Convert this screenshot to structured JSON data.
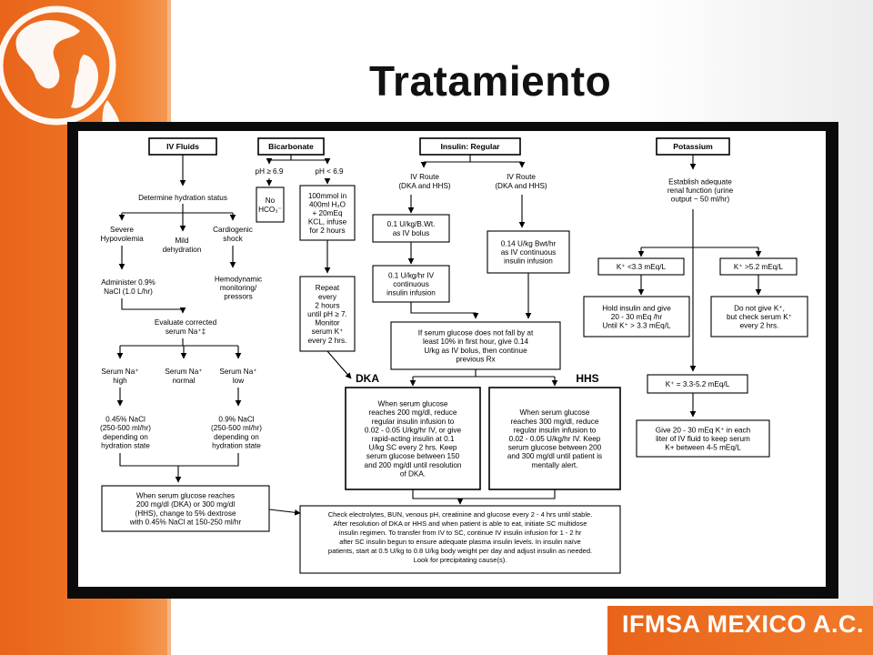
{
  "slide": {
    "title": "Tratamiento",
    "footer": "IFMSA MEXICO A.C.",
    "colors": {
      "accent": "#e8641a",
      "frame": "#0b0b0b"
    },
    "logo_icon": "globe-icon"
  },
  "flowchart": {
    "iv": {
      "header": "IV Fluids",
      "determine": "Determine hydration status",
      "severe": [
        "Severe",
        "Hypovolemia"
      ],
      "mild": [
        "Mild",
        "dehydration"
      ],
      "cardio": [
        "Cardiogenic",
        "shock"
      ],
      "administer": [
        "Administer 0.9%",
        "NaCl (1.0 L/hr)"
      ],
      "hemo": [
        "Hemodynamic",
        "monitoring/",
        "pressors"
      ],
      "evaluate": [
        "Evaluate corrected",
        "serum Na⁺‡"
      ],
      "na_high": [
        "Serum Na⁺",
        "high"
      ],
      "na_normal": [
        "Serum Na⁺",
        "normal"
      ],
      "na_low": [
        "Serum Na⁺",
        "low"
      ],
      "nacl_045": [
        "0.45% NaCl",
        "(250-500 ml/hr)",
        "depending on",
        "hydration state"
      ],
      "nacl_09": [
        "0.9% NaCl",
        "(250-500 ml/hr)",
        "depending on",
        "hydration state"
      ],
      "dextrose": [
        "When serum glucose  reaches",
        "200 mg/dl (DKA) or 300 mg/dl",
        "(HHS), change to 5% dextrose",
        "with 0.45% NaCl at 150-250 ml/hr"
      ]
    },
    "bicarb": {
      "header": "Bicarbonate",
      "ph_hi": "pH ≥ 6.9",
      "ph_lo": "pH < 6.9",
      "no_hco3": [
        "No",
        "HCO₃⁻"
      ],
      "dose": [
        "100mmol in",
        "400ml H₂O",
        "+ 20mEq",
        "KCL, infuse",
        "for 2 hours"
      ],
      "repeat": [
        "Repeat",
        "every",
        "2 hours",
        "until pH ≥ 7.",
        "Monitor",
        "serum K⁺",
        "every 2 hrs."
      ]
    },
    "insulin": {
      "header": "Insulin: Regular",
      "route1": [
        "IV Route",
        "(DKA and HHS)"
      ],
      "route2": [
        "IV Route",
        "(DKA and HHS)"
      ],
      "bolus": [
        "0.1 U/kg/B.Wt.",
        "as IV bolus"
      ],
      "infusion": [
        "0.1 U/kg/hr IV",
        "continuous",
        "insulin infusion"
      ],
      "infusion2": [
        "0.14 U/kg Bwt/hr",
        "as IV continuous",
        "insulin infusion"
      ],
      "fall": [
        "If serum glucose does not fall by at",
        "least 10% in first hour, give 0.14",
        "U/kg as IV  bolus, then continue",
        "previous Rx"
      ],
      "dka_label": "DKA",
      "hhs_label": "HHS",
      "dka_box": [
        "When serum glucose",
        "reaches 200 mg/dl, reduce",
        "regular insulin infusion to",
        "0.02 - 0.05 U/kg/hr IV, or give",
        "rapid-acting insulin at 0.1",
        "U/kg SC every 2 hrs. Keep",
        "serum glucose between 150",
        "and 200 mg/dl until resolution",
        "of  DKA."
      ],
      "hhs_box": [
        "When serum glucose",
        "reaches 300 mg/dl, reduce",
        "regular insulin infusion to",
        "0.02 - 0.05 U/kg/hr IV.  Keep",
        "serum glucose between 200",
        "and 300 mg/dl until patient is",
        "mentally alert."
      ]
    },
    "potassium": {
      "header": "Potassium",
      "renal": [
        "Establish adequate",
        "renal function (urine",
        "output ~ 50 ml/hr)"
      ],
      "k_low": "K⁺ <3.3 mEq/L",
      "k_high": "K⁺ >5.2 mEq/L",
      "hold": [
        "Hold insulin and give",
        "20 - 30 mEq /hr",
        "Until K⁺ > 3.3 mEq/L"
      ],
      "no_k": [
        "Do not give K⁺,",
        "but check serum K⁺",
        "every 2 hrs."
      ],
      "k_mid": "K⁺ = 3.3-5.2 mEq/L",
      "give": [
        "Give 20 - 30 mEq K⁺ in each",
        "liter of IV  fluid to keep serum",
        "K+ between 4-5 mEq/L"
      ]
    },
    "final": [
      "Check electrolytes, BUN, venous pH, creatinine and glucose every 2 - 4 hrs until stable.",
      "After resolution of DKA or HHS and when patient is able to eat, initiate SC multidose",
      "insulin regimen. To transfer from IV to SC, continue IV insulin infusion for 1 - 2 hr",
      "after SC insulin begun to ensure adequate plasma insulin levels.  In insulin naïve",
      "patients, start at 0.5 U/kg to 0.8 U/kg body weight per day and adjust insulin as needed.",
      "Look for precipitating cause(s)."
    ]
  }
}
